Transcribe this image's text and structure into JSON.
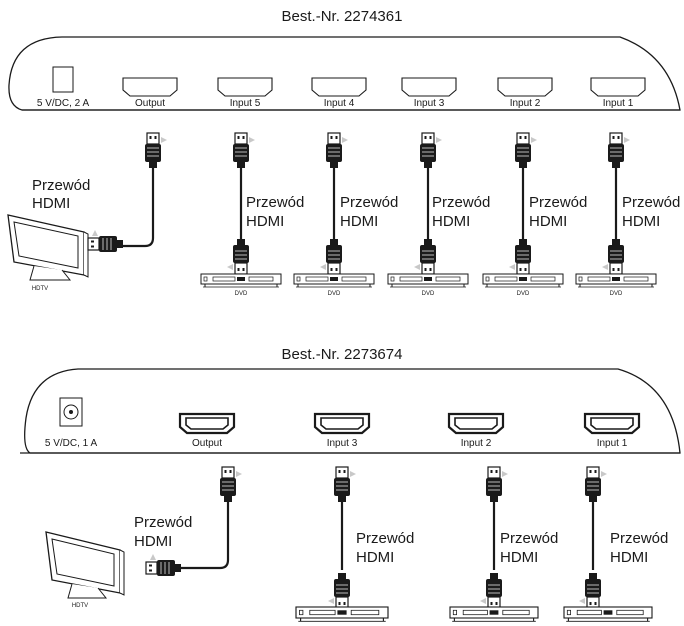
{
  "diagrams": [
    {
      "title": "Best.-Nr. 2274361",
      "power_label": "5 V/DC, 2 A",
      "output_label": "Output",
      "inputs": [
        "Input 5",
        "Input 4",
        "Input 3",
        "Input 2",
        "Input 1"
      ],
      "tv_label": "HDTV",
      "source_label": "DVD",
      "cable_label_line1": "Przewód",
      "cable_label_line2": "HDMI"
    },
    {
      "title": "Best.-Nr. 2273674",
      "power_label": "5 V/DC, 1 A",
      "output_label": "Output",
      "inputs": [
        "Input 3",
        "Input 2",
        "Input 1"
      ],
      "tv_label": "HDTV",
      "cable_label_line1": "Przewód",
      "cable_label_line2": "HDMI"
    }
  ],
  "colors": {
    "line": "#1a1a1a",
    "connector_fill": "#ffffff",
    "arrow": "#c8c8c8"
  },
  "icons": [
    "hdmi-port-icon",
    "hdmi-plug-icon",
    "hdtv-icon",
    "dvd-player-icon",
    "power-jack-icon"
  ]
}
